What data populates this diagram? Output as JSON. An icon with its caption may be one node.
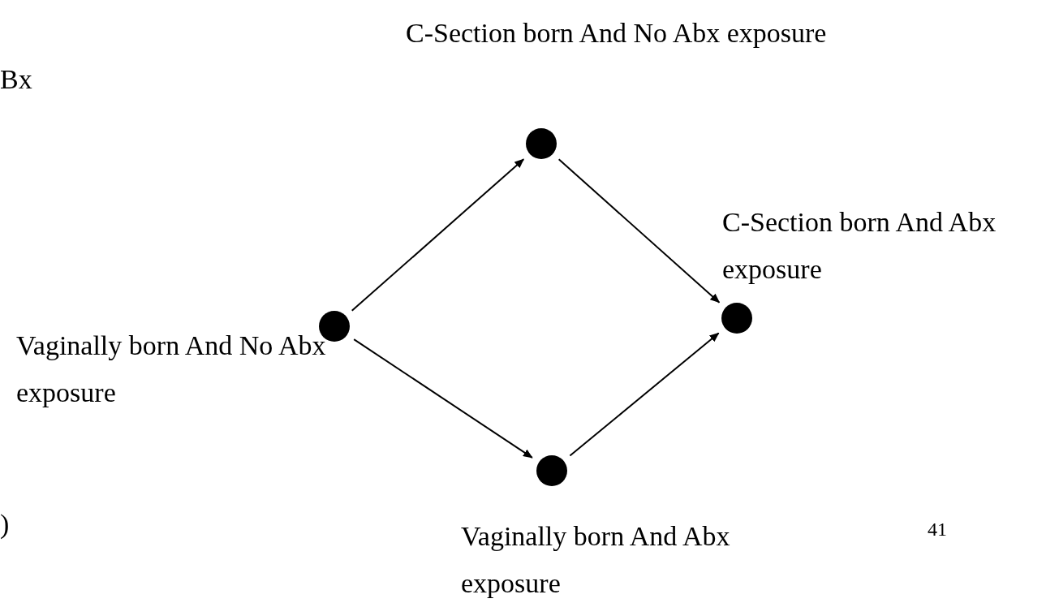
{
  "diagram": {
    "nodes": [
      {
        "text": [],
        "shape": "circle",
        "beside": [
          "C-Section born And No Abx exposure"
        ]
      },
      {
        "text": [],
        "shape": "circle",
        "beside": [
          "C-Section born And Abx exposure"
        ]
      },
      {
        "text": [],
        "shape": "circle",
        "beside": [
          "Vaginally born And No Abx exposure"
        ]
      },
      {
        "text": [],
        "shape": "circle",
        "beside": [
          "Vaginally born And Abx exposure"
        ]
      }
    ],
    "edges": [
      {
        "from": 2,
        "to": 0,
        "arrow": "to"
      },
      {
        "from": 0,
        "to": 1,
        "arrow": "to"
      },
      {
        "from": 2,
        "to": 3,
        "arrow": "to"
      },
      {
        "from": 3,
        "to": 1,
        "arrow": "to"
      }
    ],
    "labels": [
      "Bx",
      ")",
      "41"
    ]
  }
}
